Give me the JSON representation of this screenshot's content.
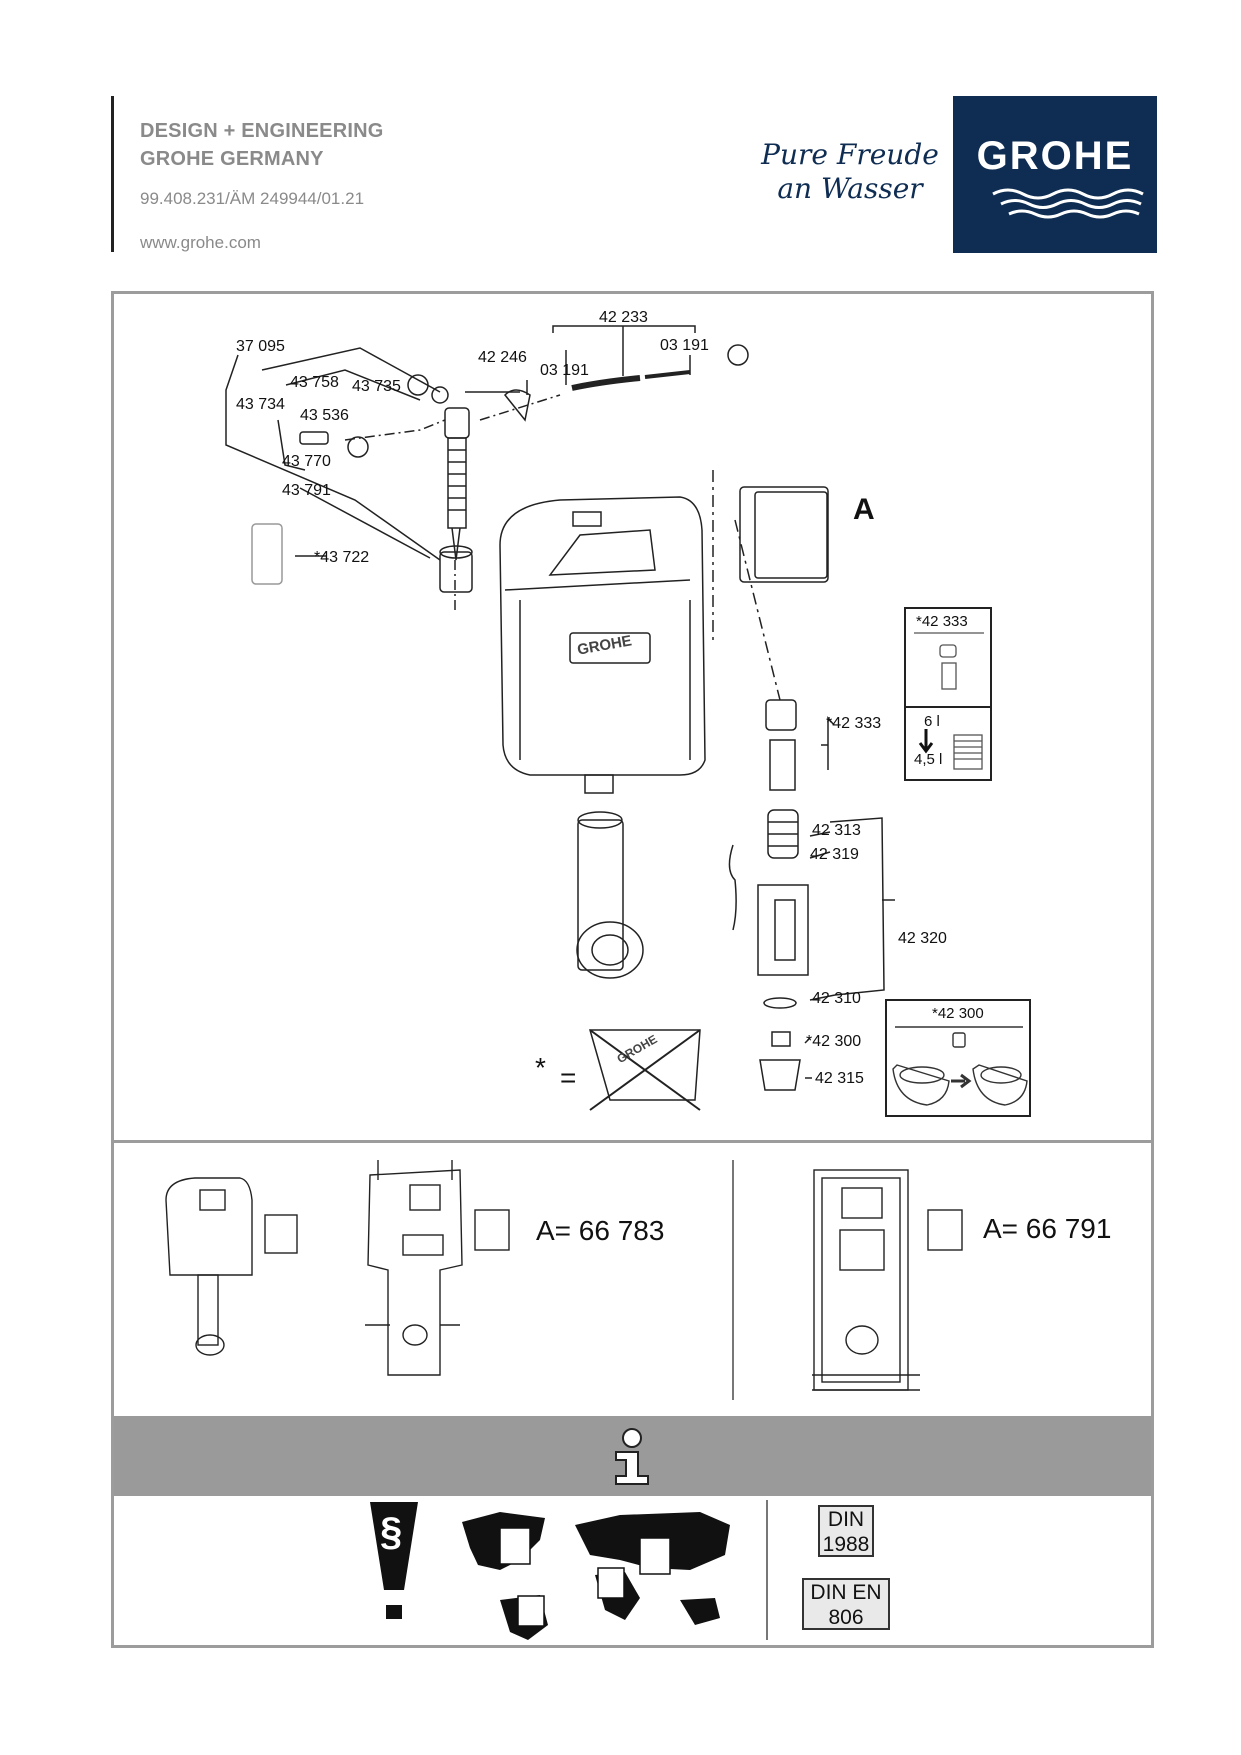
{
  "header": {
    "line1": "DESIGN + ENGINEERING",
    "line2": "GROHE GERMANY",
    "doc_number": "99.408.231/ÄM 249944/01.21",
    "website": "www.grohe.com",
    "slogan_line1": "Pure Freude",
    "slogan_line2": "an Wasser",
    "brand": "GROHE"
  },
  "parts": {
    "p37095": "37 095",
    "p43758": "43 758",
    "p43735": "43 735",
    "p43734": "43 734",
    "p43536": "43 536",
    "p43770": "43 770",
    "p43791": "43 791",
    "p42246": "42 246",
    "p42233": "42 233",
    "p03191a": "03 191",
    "p03191b": "03 191",
    "p43722": "*43 722",
    "p42333": "*42 333",
    "p42313": "42 313",
    "p42319": "42 319",
    "p42320": "42 320",
    "p42310": "42 310",
    "p42300": "*42 300",
    "p42315": "42 315",
    "letterA": "A",
    "tank_brand": "GROHE"
  },
  "insets": {
    "top_label": "*42 333",
    "flush_big": "6 l",
    "flush_small": "4,5 l",
    "bottom_label": "*42 300"
  },
  "legend": {
    "star": "*",
    "equals": "=",
    "box_brand": "GROHE"
  },
  "variants": {
    "a1": "A= 66 783",
    "a2": "A= 66 791"
  },
  "standards": {
    "din1_line1": "DIN",
    "din1_line2": "1988",
    "din2_line1": "DIN  EN",
    "din2_line2": "806",
    "section_symbol": "§"
  }
}
